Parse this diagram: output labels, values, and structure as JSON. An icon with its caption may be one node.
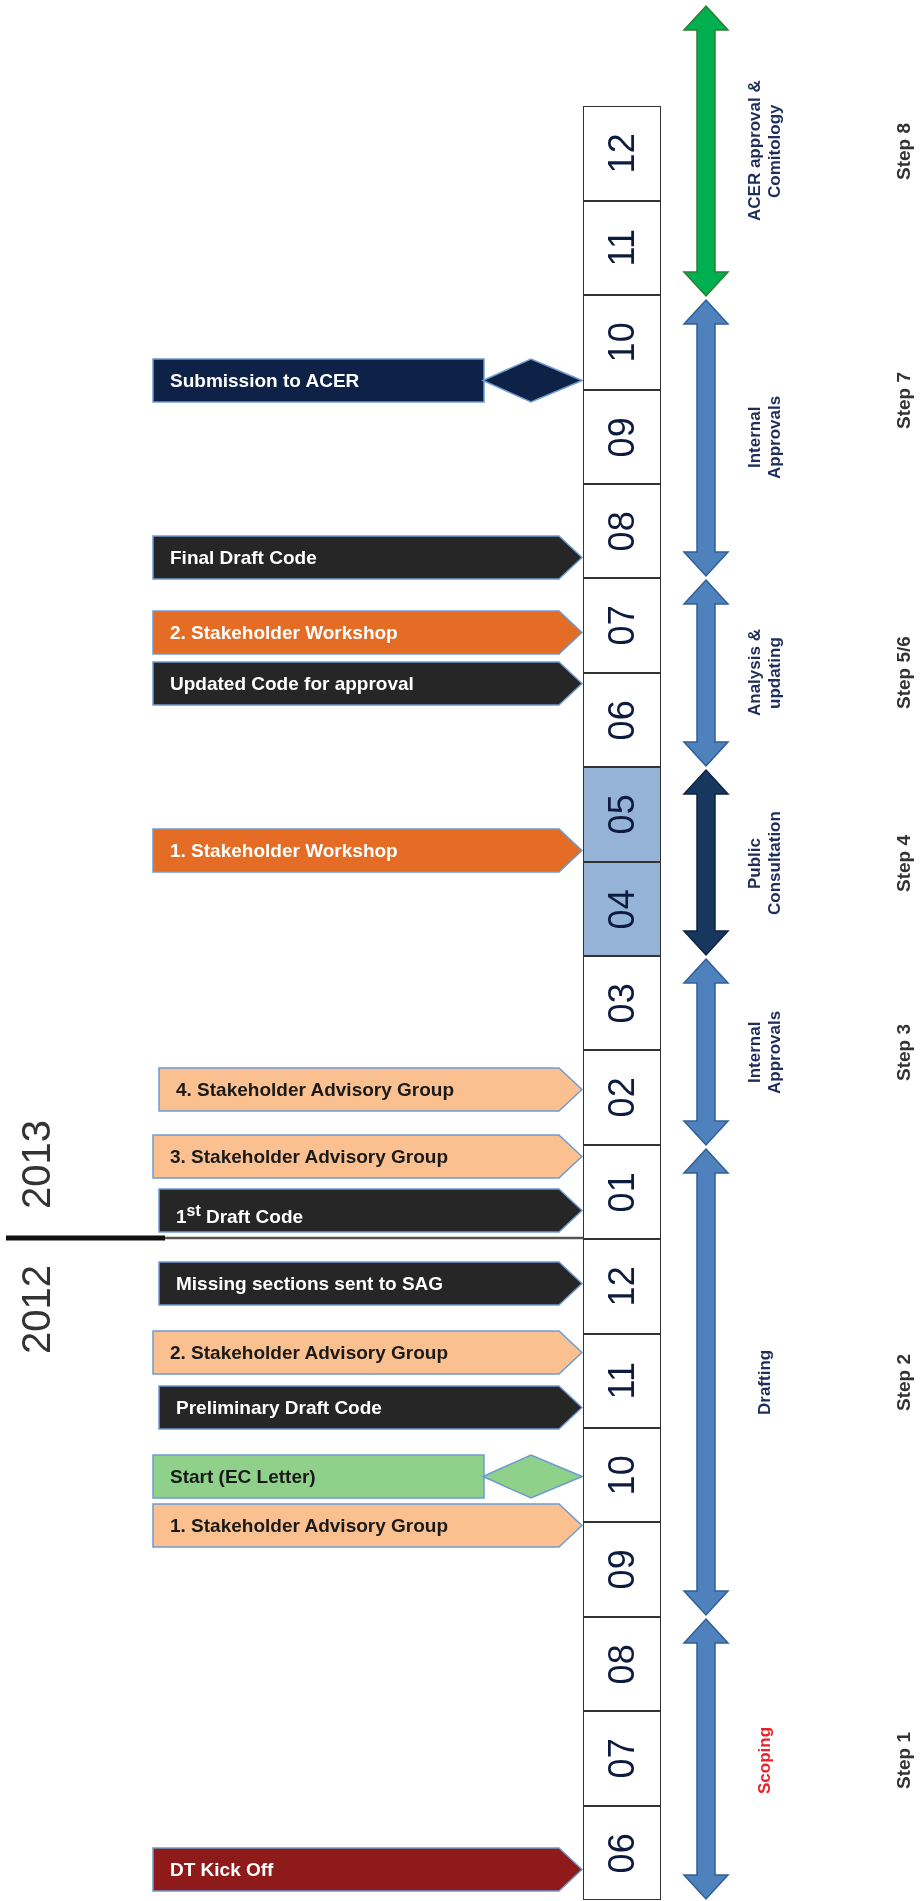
{
  "diagram": {
    "nodes": [
      {
        "text": [
          "12"
        ]
      },
      {
        "text": [
          "11"
        ]
      },
      {
        "text": [
          "10"
        ]
      },
      {
        "text": [
          "09"
        ]
      },
      {
        "text": [
          "08"
        ]
      },
      {
        "text": [
          "07"
        ]
      },
      {
        "text": [
          "06"
        ]
      },
      {
        "text": [
          "05"
        ]
      },
      {
        "text": [
          "04"
        ]
      },
      {
        "text": [
          "03"
        ]
      },
      {
        "text": [
          "02"
        ]
      },
      {
        "text": [
          "01"
        ]
      },
      {
        "text": [
          "12"
        ]
      },
      {
        "text": [
          "11"
        ]
      },
      {
        "text": [
          "10"
        ]
      },
      {
        "text": [
          "09"
        ]
      },
      {
        "text": [
          "08"
        ]
      },
      {
        "text": [
          "07"
        ]
      },
      {
        "text": [
          "06"
        ]
      },
      {
        "text": [
          "Submission to ACER"
        ]
      },
      {
        "text": [
          "Final Draft Code"
        ]
      },
      {
        "text": [
          "2. Stakeholder Workshop"
        ]
      },
      {
        "text": [
          "Updated Code for approval"
        ]
      },
      {
        "text": [
          "1. Stakeholder Workshop"
        ]
      },
      {
        "text": [
          "4. Stakeholder Advisory Group"
        ]
      },
      {
        "text": [
          "3. Stakeholder Advisory Group"
        ]
      },
      {
        "text": [
          "1$^{st}$ Draft Code"
        ]
      },
      {
        "text": [
          "Missing sections sent to SAG"
        ]
      },
      {
        "text": [
          "2. Stakeholder Advisory Group"
        ]
      },
      {
        "text": [
          "Preliminary Draft Code"
        ]
      },
      {
        "text": [
          "Start (EC Letter)"
        ]
      },
      {
        "text": [
          "1. Stakeholder Advisory Group"
        ]
      },
      {
        "text": [
          "DT Kick Off"
        ]
      }
    ],
    "labels": [
      "ACER approval & Comitology",
      "Step 8",
      "Internal Approvals",
      "Step 7",
      "Analysis & updating",
      "Step 5/6",
      "Public Consultation",
      "Step 4",
      "2013",
      "Internal Approvals",
      "Step 3",
      "2012",
      "Drafting",
      "Step 2",
      "Scoping",
      "Step 1"
    ]
  }
}
